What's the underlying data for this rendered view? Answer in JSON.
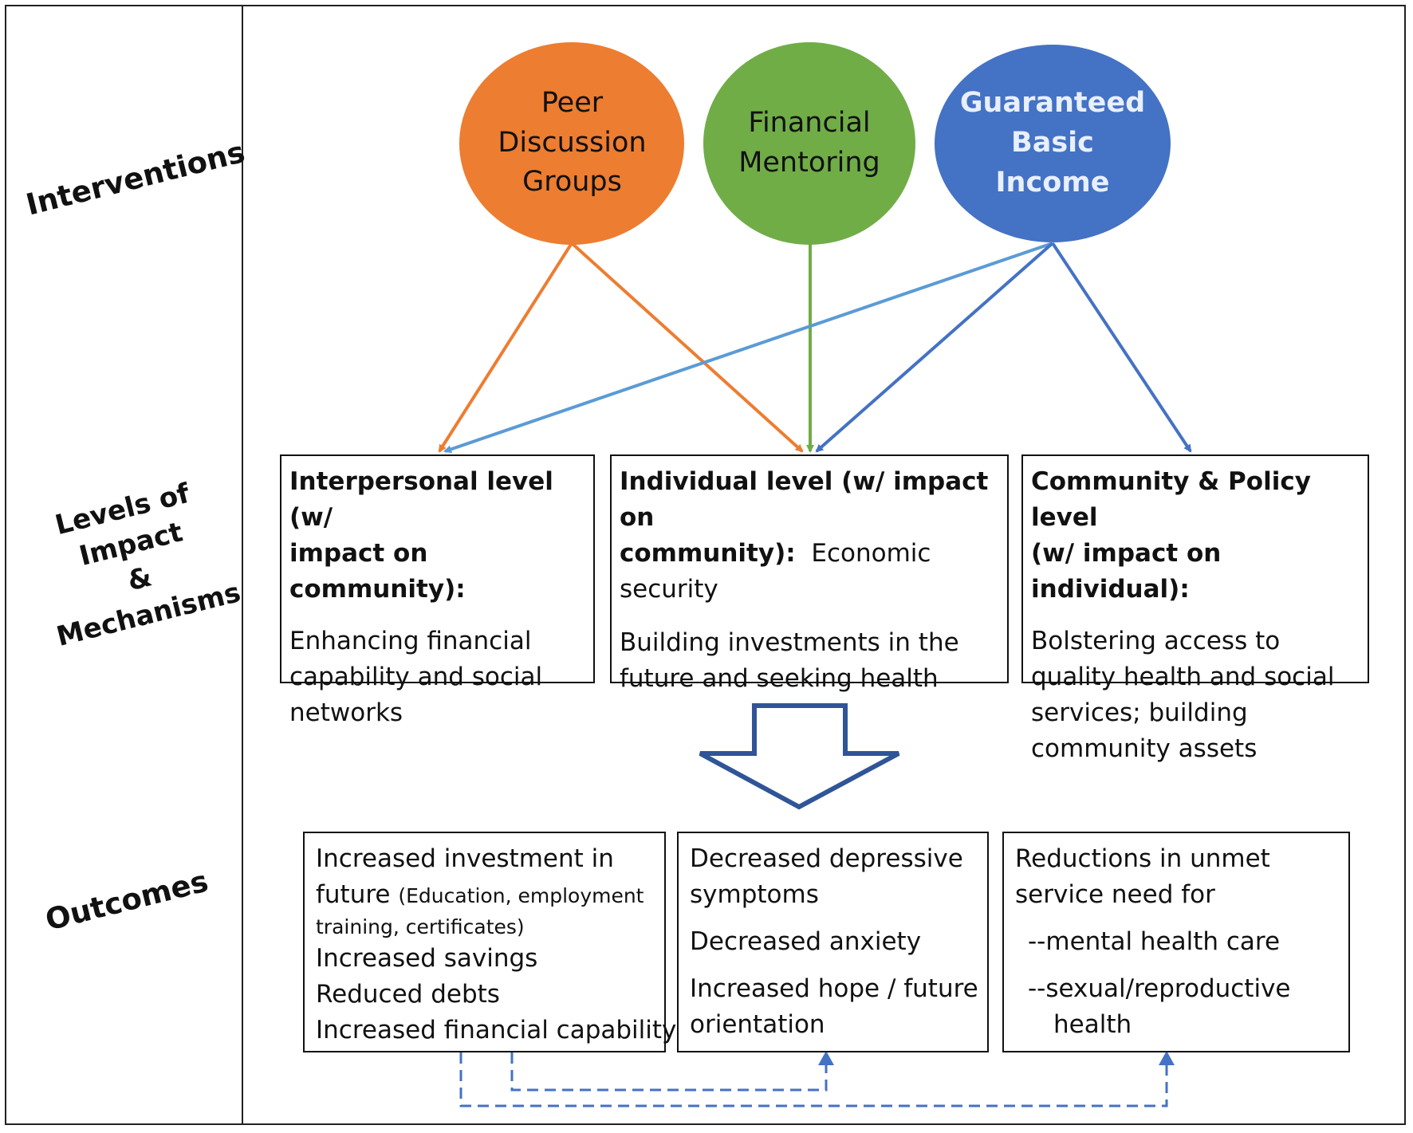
{
  "row_labels": {
    "interventions": "Interventions",
    "levels_line1": "Levels of",
    "levels_line2": "Impact",
    "levels_line3": "&",
    "levels_line4": "Mechanisms",
    "outcomes": "Outcomes"
  },
  "interventions": {
    "peer": {
      "line1": "Peer",
      "line2": "Discussion",
      "line3": "Groups",
      "color": "#ED7D31"
    },
    "financial": {
      "line1": "Financial",
      "line2": "Mentoring",
      "color": "#70AD47"
    },
    "gbi": {
      "line1": "Guaranteed",
      "line2": "Basic",
      "line3": "Income",
      "color": "#4472C4"
    }
  },
  "levels": {
    "interpersonal": {
      "heading_line1": "Interpersonal level (w/",
      "heading_line2": "impact on community):",
      "body": "Enhancing financial capability and social networks"
    },
    "individual": {
      "heading_line1": "Individual level (w/ impact on",
      "heading_line2": "community):",
      "inline": "Economic security",
      "body": "Building investments in the future and seeking health"
    },
    "community": {
      "heading_line1": "Community & Policy level",
      "heading_line2": "(w/ impact on individual):",
      "body": "Bolstering access to quality health and social services; building community assets"
    }
  },
  "outcomes": {
    "economic": {
      "line1": "Increased investment in",
      "line2_main": "future",
      "line2_small": "(Education, employment",
      "line3_small": "training, certificates)",
      "line4": "Increased savings",
      "line5": "Reduced debts",
      "line6": "Increased financial capability"
    },
    "mental": {
      "line1": "Decreased depressive",
      "line2": "symptoms",
      "line3": "Decreased anxiety",
      "line4": "Increased hope / future",
      "line5": "orientation"
    },
    "services": {
      "line1": "Reductions in unmet",
      "line2": "service need for",
      "line3": "--mental health care",
      "line4": "--sexual/reproductive",
      "line5": "health"
    }
  },
  "colors": {
    "peer_arrow": "#ED7D31",
    "financial_arrow": "#70AD47",
    "gbi_light_arrow": "#5B9BD5",
    "gbi_dark_arrow": "#4472C4",
    "big_arrow_outline": "#2F5597",
    "dashed_arrow": "#4472C4"
  }
}
